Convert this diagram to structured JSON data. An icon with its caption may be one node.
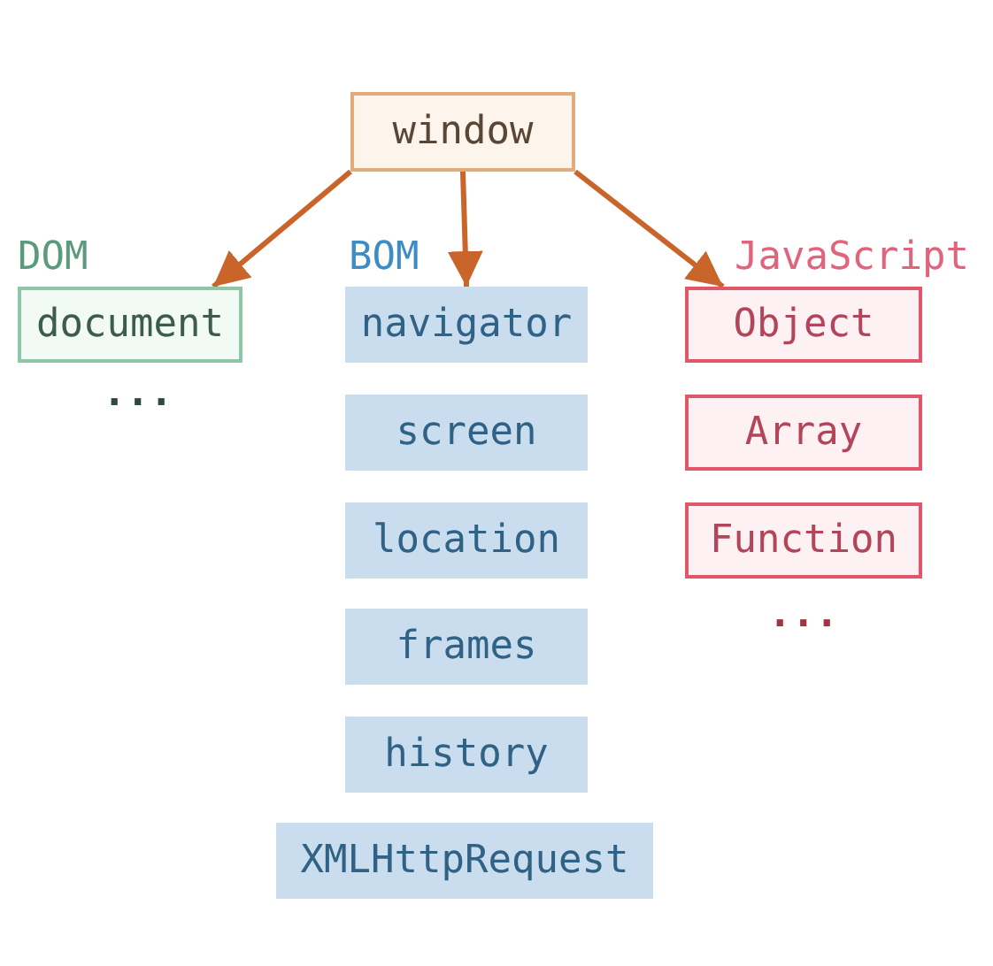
{
  "diagram": {
    "nodes": [
      {
        "text": [
          "window"
        ]
      },
      {
        "text": [
          "document"
        ]
      },
      {
        "text": [
          "navigator"
        ]
      },
      {
        "text": [
          "Object"
        ]
      },
      {
        "text": [
          "screen"
        ]
      },
      {
        "text": [
          "Array"
        ]
      },
      {
        "text": [
          "location"
        ]
      },
      {
        "text": [
          "Function"
        ]
      },
      {
        "text": [
          "frames"
        ]
      },
      {
        "text": [
          "history"
        ]
      },
      {
        "text": [
          "XMLHttpRequest"
        ]
      }
    ],
    "edges": [
      {
        "from": 0,
        "to": 1,
        "arrow": "to"
      },
      {
        "from": 0,
        "to": 2,
        "arrow": "to"
      },
      {
        "from": 0,
        "to": 3,
        "arrow": "to"
      }
    ],
    "labels": [
      "DOM",
      "BOM",
      "JavaScript",
      "...",
      "..."
    ]
  }
}
